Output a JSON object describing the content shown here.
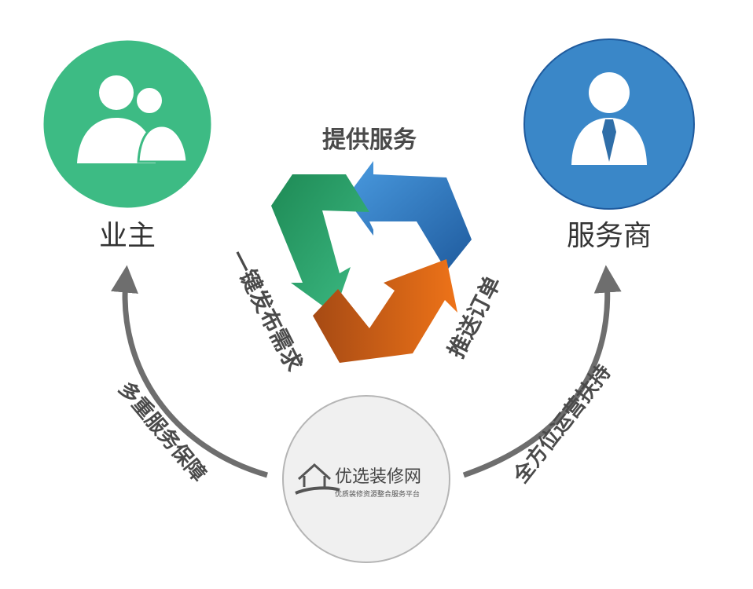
{
  "nodes": {
    "owner": {
      "label": "业主",
      "color": "#3dbb84",
      "icon": "user-group-icon"
    },
    "provider": {
      "label": "服务商",
      "color": "#3a87c8",
      "icon": "businessman-icon"
    },
    "platform": {
      "logo_text": "优选装修网",
      "logo_subtitle": "优质装修资源整合服务平台",
      "color": "#f0f0f0",
      "icon": "house-logo-icon"
    }
  },
  "cycle": {
    "top_label": "提供服务",
    "left_label": "一键发布需求",
    "right_label": "推送订单",
    "colors": {
      "green": "#3dbb84",
      "blue": "#3a87c8",
      "orange": "#ee7318"
    }
  },
  "links": {
    "left_label": "多重服务保障",
    "right_label": "全方位运营扶持",
    "color": "#6e6e6e"
  }
}
